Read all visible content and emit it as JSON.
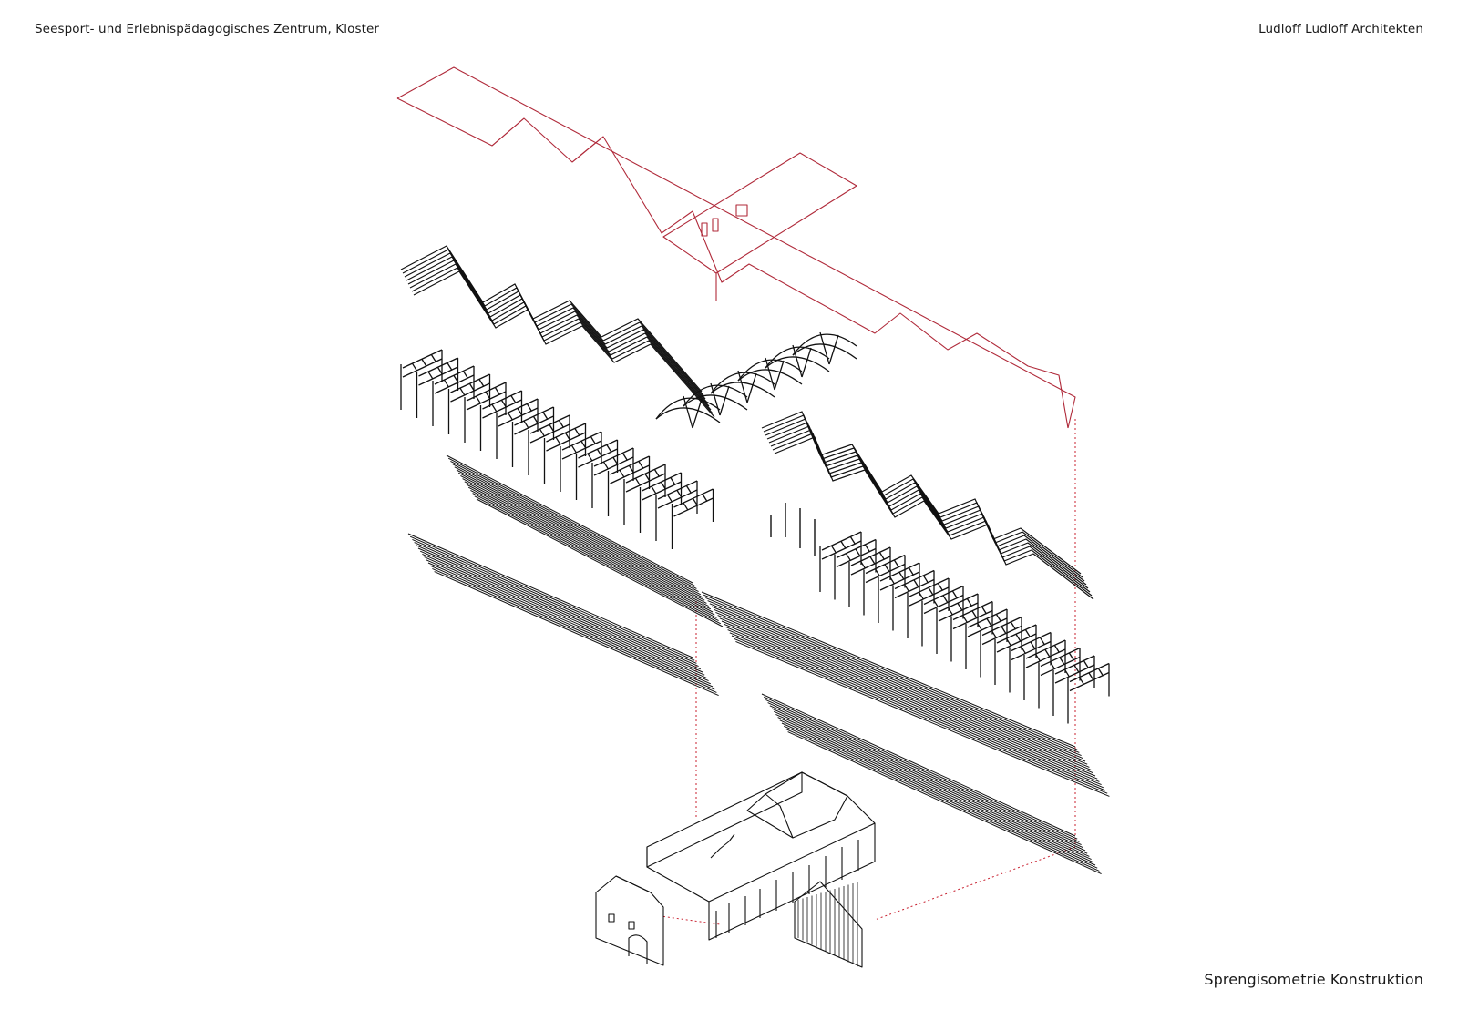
{
  "header": {
    "project": "Seesport- und Erlebnispädagogisches Zentrum, Kloster",
    "office": "Ludloff Ludloff Architekten"
  },
  "caption": "Sprengisometrie Konstruktion",
  "colors": {
    "linework": "#111111",
    "roof_outline": "#b02a3a",
    "projection_lines": "#c8202f"
  },
  "layers": [
    {
      "id": "roof-skin"
    },
    {
      "id": "rafters"
    },
    {
      "id": "trusses"
    },
    {
      "id": "floor-boards"
    },
    {
      "id": "existing-barn"
    }
  ]
}
